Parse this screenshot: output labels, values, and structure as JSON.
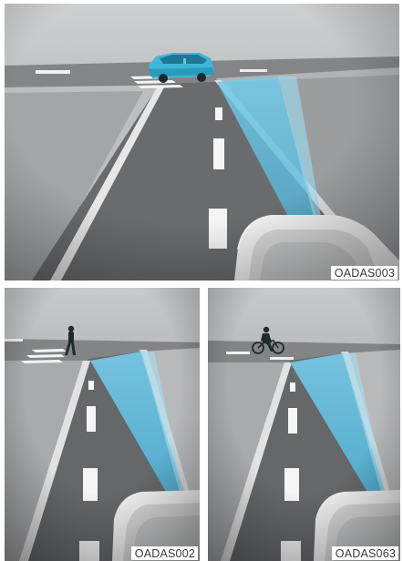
{
  "illustrations": [
    {
      "id": "vehicle-detection",
      "code": "OADAS003",
      "subject": "car-icon",
      "colors": {
        "target": "#3fb6d6",
        "sensor_beam": "#6ec9e8"
      }
    },
    {
      "id": "pedestrian-detection",
      "code": "OADAS002",
      "subject": "pedestrian-icon",
      "colors": {
        "target": "#1e2a2e",
        "sensor_beam": "#6ec9e8"
      }
    },
    {
      "id": "cyclist-detection",
      "code": "OADAS063",
      "subject": "cyclist-icon",
      "colors": {
        "target": "#1e2a2e",
        "sensor_beam": "#6ec9e8"
      }
    }
  ]
}
